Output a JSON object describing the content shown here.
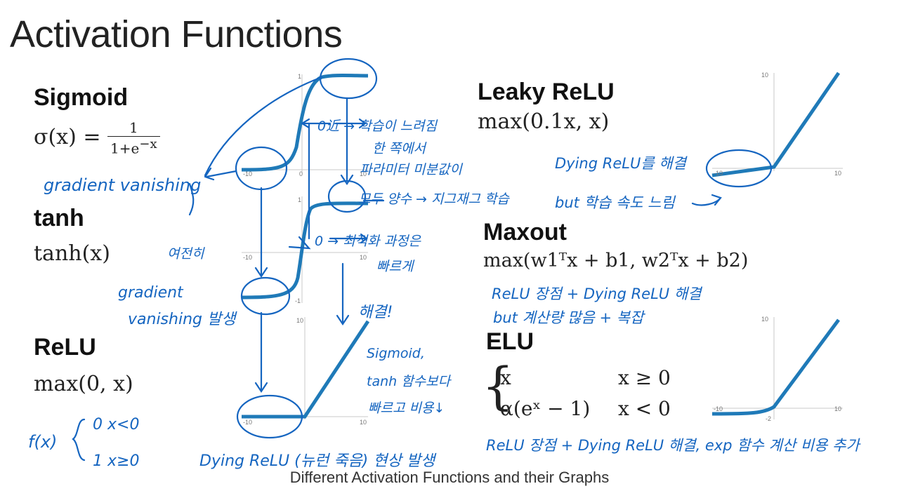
{
  "title": "Activation Functions",
  "caption": "Different Activation Functions and their Graphs",
  "colors": {
    "curve": "#1f7ab8",
    "ink": "#1565c0",
    "axis": "#bdbdbd"
  },
  "functions": {
    "sigmoid": {
      "name": "Sigmoid",
      "lhs": "σ(x) =",
      "num": "1",
      "den": "1+e",
      "den_sup": "−x"
    },
    "tanh": {
      "name": "tanh",
      "formula": "tanh(x)"
    },
    "relu": {
      "name": "ReLU",
      "formula": "max(0, x)"
    },
    "leaky": {
      "name": "Leaky ReLU",
      "formula": "max(0.1x, x)"
    },
    "maxout": {
      "name": "Maxout",
      "formula": "max(w1ᵀx + b1, w2ᵀx + b2)"
    },
    "elu": {
      "name": "ELU",
      "row1_expr": "x",
      "row1_cond": "x ≥ 0",
      "row2_expr": "α(eˣ − 1)",
      "row2_cond": "x < 0"
    }
  },
  "ticks": {
    "sigmoid": {
      "top": "1",
      "left": "-10",
      "mid": "0",
      "right": "10"
    },
    "tanh": {
      "top": "1",
      "left": "-10",
      "right": "10",
      "bottom": "-1"
    },
    "relu": {
      "top": "10",
      "left": "-10",
      "right": "10"
    },
    "leaky": {
      "top": "10",
      "left": "-10",
      "right": "10"
    },
    "elu": {
      "top": "10",
      "left": "-10",
      "right": "10",
      "bottom": "-2"
    }
  },
  "notes": {
    "n1": "0近 → 학습이 느려짐",
    "n2": "한 쪽에서",
    "n3": "파라미터 미분값이",
    "n4": "모두 양수 → 지그재그 학습",
    "n5": "gradient vanishing",
    "n6": "0 → 최적화 과정은",
    "n7": "빠르게",
    "n8": "여전히",
    "n9": "gradient",
    "n10": "vanishing 발생",
    "n11": "해결!",
    "n12": "Sigmoid,",
    "n13": "tanh 함수보다",
    "n14": "빠르고 비용↓",
    "n15": "Dying ReLU (뉴런 죽음) 현상 발생",
    "n16": "f(x)",
    "n17": "0    x<0",
    "n18": "1    x≥0",
    "n19": "Dying ReLU를 해결",
    "n20": "but 학습 속도 느림",
    "n21": "ReLU 장점 + Dying ReLU 해결",
    "n22": "but 계산량 많음 + 복잡",
    "n23": "ReLU 장점 + Dying ReLU 해결, exp 함수 계산 비용 추가"
  }
}
